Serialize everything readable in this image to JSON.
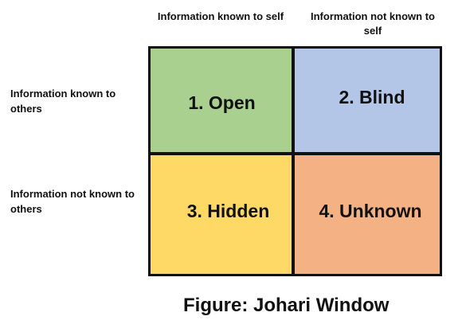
{
  "columns": [
    {
      "label": "Information known to self"
    },
    {
      "label": "Information not known to self"
    }
  ],
  "rows": [
    {
      "label": "Information known to others"
    },
    {
      "label": "Information not known to others"
    }
  ],
  "quadrants": [
    {
      "label": "1. Open",
      "color": "#a9d08e"
    },
    {
      "label": "2. Blind",
      "color": "#b4c6e7"
    },
    {
      "label": "3. Hidden",
      "color": "#ffd966"
    },
    {
      "label": "4. Unknown",
      "color": "#f4b183"
    }
  ],
  "caption": "Figure: Johari Window"
}
